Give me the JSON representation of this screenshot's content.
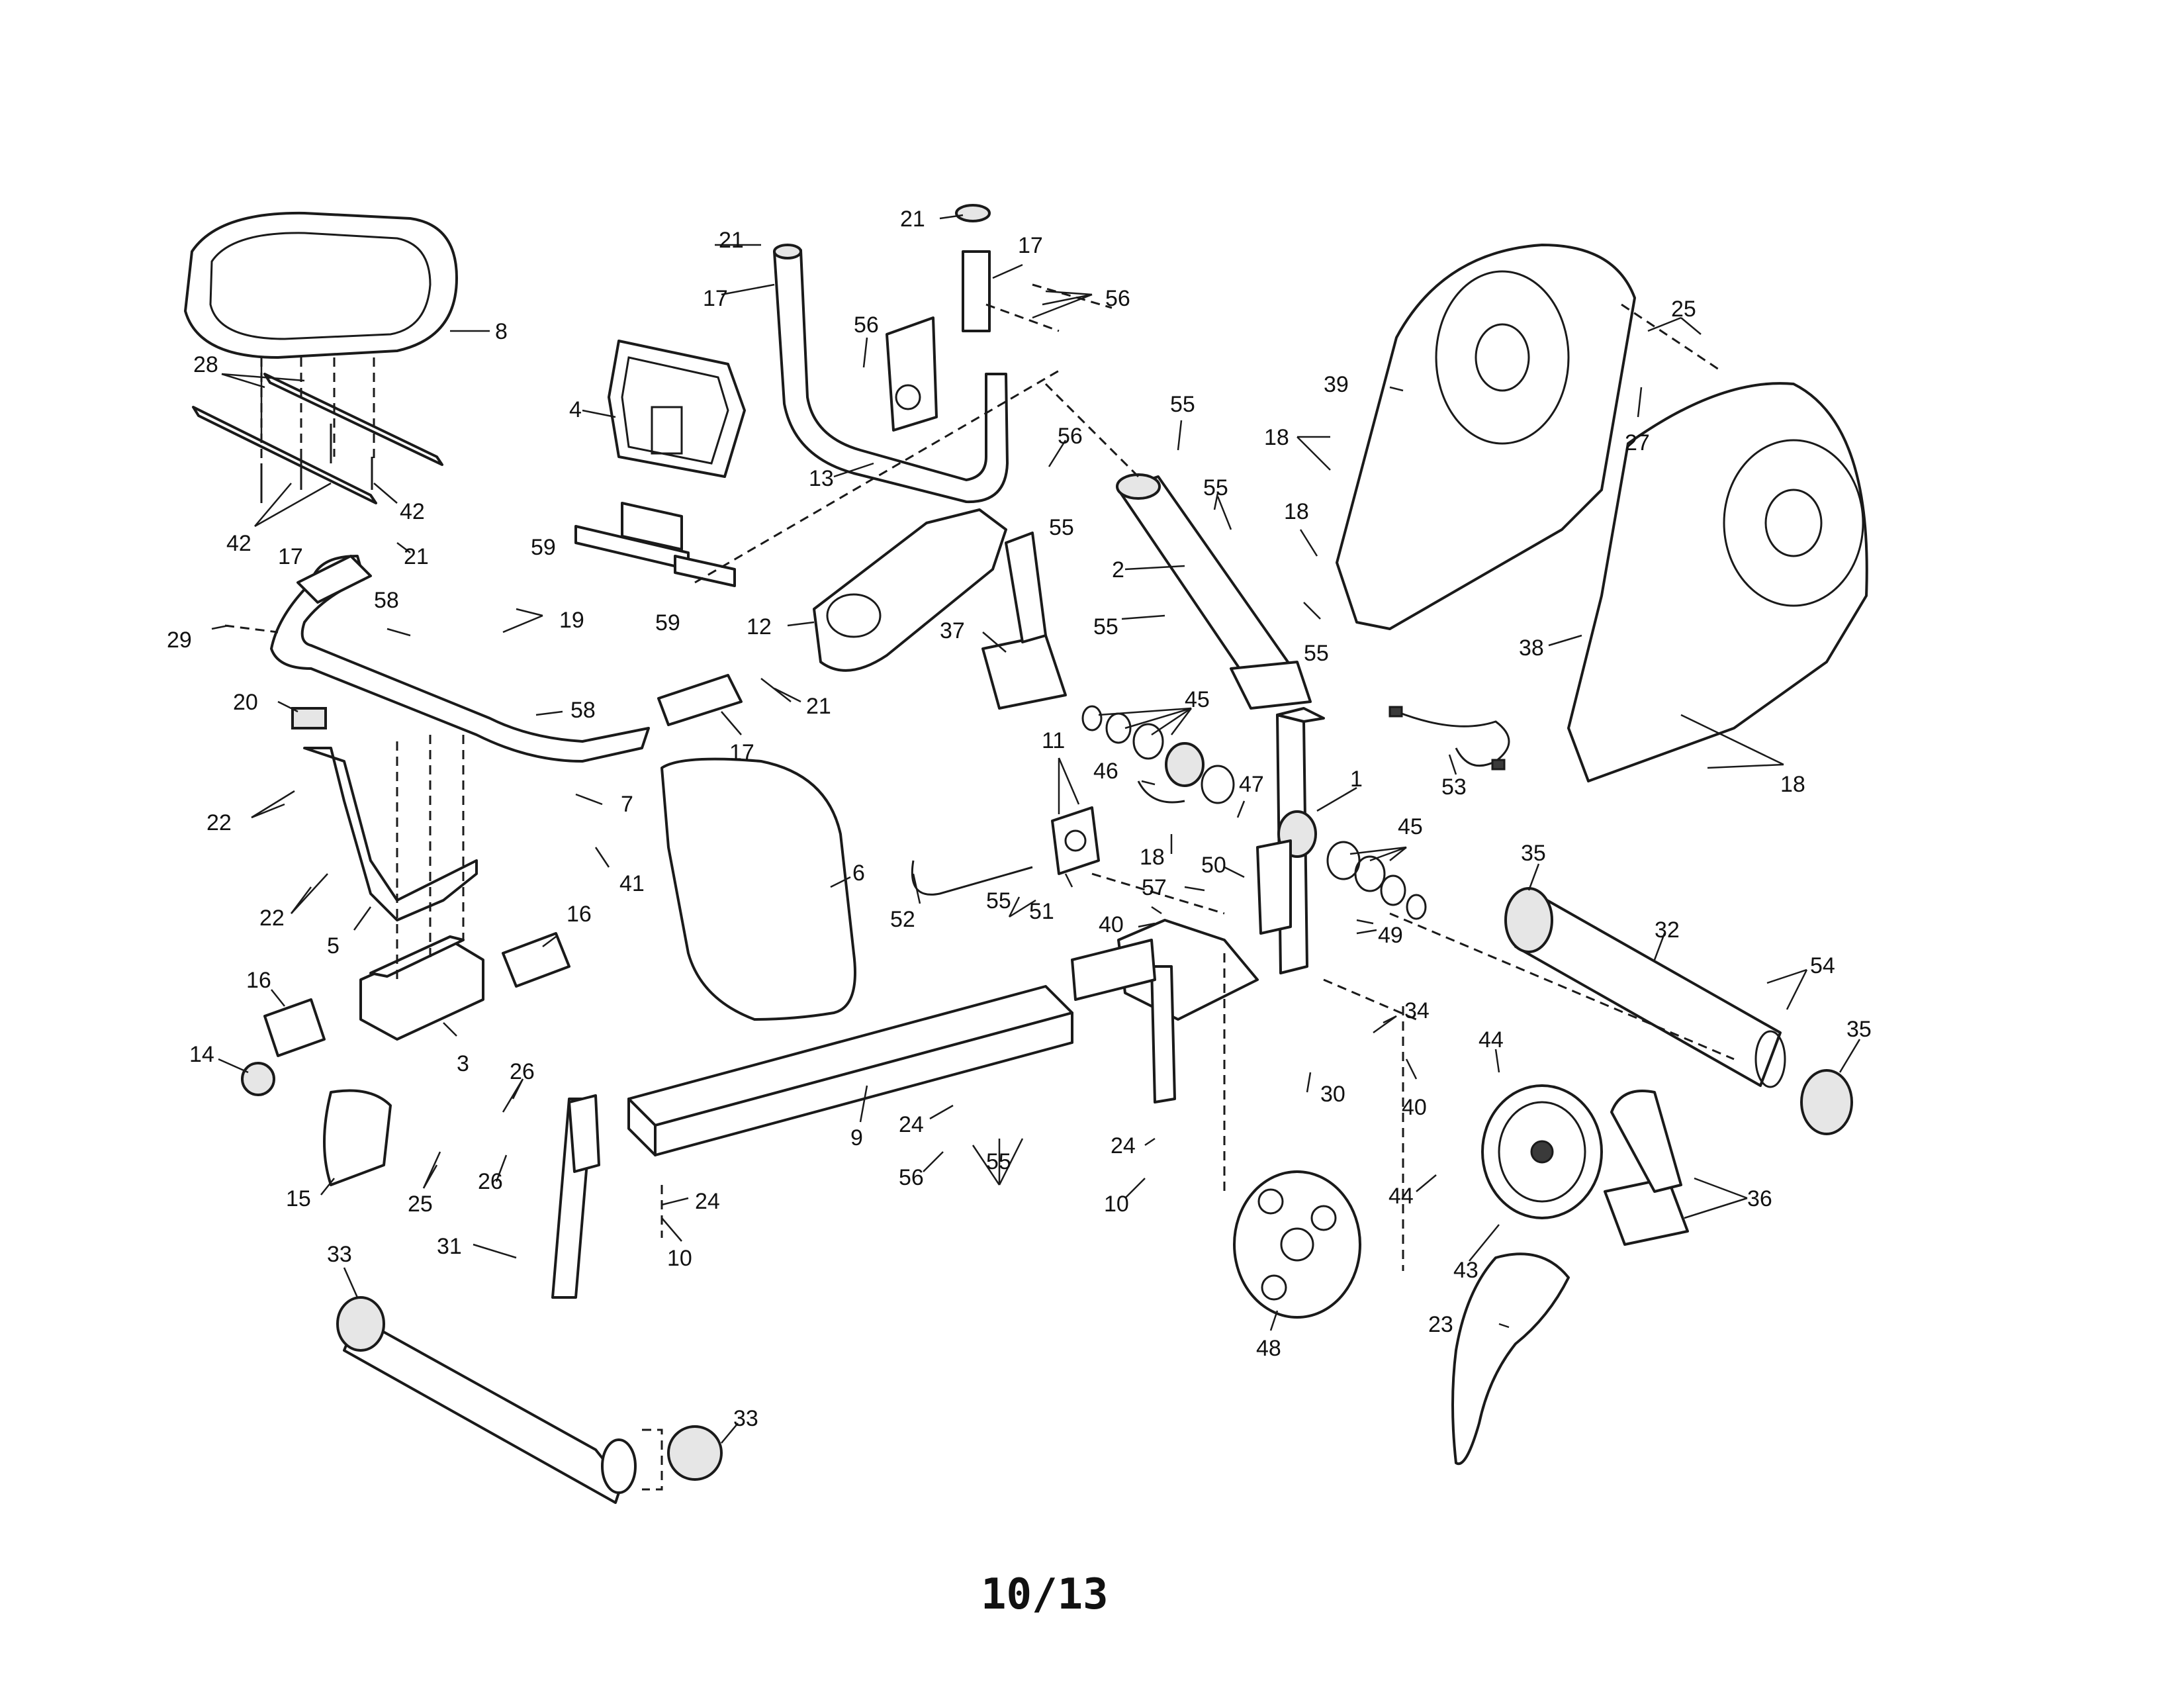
{
  "page_number": "10/13",
  "callouts": [
    {
      "id": "c8",
      "text": "8"
    },
    {
      "id": "c28",
      "text": "28"
    },
    {
      "id": "c42a",
      "text": "42"
    },
    {
      "id": "c42b",
      "text": "42"
    },
    {
      "id": "c4",
      "text": "4"
    },
    {
      "id": "c59a",
      "text": "59"
    },
    {
      "id": "c59b",
      "text": "59"
    },
    {
      "id": "c21a",
      "text": "21"
    },
    {
      "id": "c17a",
      "text": "17"
    },
    {
      "id": "c21b",
      "text": "21"
    },
    {
      "id": "c17b",
      "text": "17"
    },
    {
      "id": "c56a",
      "text": "56"
    },
    {
      "id": "c56b",
      "text": "56"
    },
    {
      "id": "c13",
      "text": "13"
    },
    {
      "id": "c56c",
      "text": "56"
    },
    {
      "id": "c55a",
      "text": "55"
    },
    {
      "id": "c55b",
      "text": "55"
    },
    {
      "id": "c55c",
      "text": "55"
    },
    {
      "id": "c2",
      "text": "2"
    },
    {
      "id": "c55d",
      "text": "55"
    },
    {
      "id": "c55e",
      "text": "55"
    },
    {
      "id": "c39",
      "text": "39"
    },
    {
      "id": "c25a",
      "text": "25"
    },
    {
      "id": "c27",
      "text": "27"
    },
    {
      "id": "c18a",
      "text": "18"
    },
    {
      "id": "c18b",
      "text": "18"
    },
    {
      "id": "c38",
      "text": "38"
    },
    {
      "id": "c18c",
      "text": "18"
    },
    {
      "id": "c53",
      "text": "53"
    },
    {
      "id": "c17c",
      "text": "17"
    },
    {
      "id": "c21c",
      "text": "21"
    },
    {
      "id": "c29",
      "text": "29"
    },
    {
      "id": "c58a",
      "text": "58"
    },
    {
      "id": "c19",
      "text": "19"
    },
    {
      "id": "c58b",
      "text": "58"
    },
    {
      "id": "c20",
      "text": "20"
    },
    {
      "id": "c12",
      "text": "12"
    },
    {
      "id": "c21d",
      "text": "21"
    },
    {
      "id": "c17d",
      "text": "17"
    },
    {
      "id": "c37",
      "text": "37"
    },
    {
      "id": "c45a",
      "text": "45"
    },
    {
      "id": "c11",
      "text": "11"
    },
    {
      "id": "c46",
      "text": "46"
    },
    {
      "id": "c47",
      "text": "47"
    },
    {
      "id": "c1",
      "text": "1"
    },
    {
      "id": "c22a",
      "text": "22"
    },
    {
      "id": "c7",
      "text": "7"
    },
    {
      "id": "c41",
      "text": "41"
    },
    {
      "id": "c6",
      "text": "6"
    },
    {
      "id": "c18d",
      "text": "18"
    },
    {
      "id": "c45b",
      "text": "45"
    },
    {
      "id": "c22b",
      "text": "22"
    },
    {
      "id": "c5",
      "text": "5"
    },
    {
      "id": "c16a",
      "text": "16"
    },
    {
      "id": "c16b",
      "text": "16"
    },
    {
      "id": "c52",
      "text": "52"
    },
    {
      "id": "c55f",
      "text": "55"
    },
    {
      "id": "c51",
      "text": "51"
    },
    {
      "id": "c57",
      "text": "57"
    },
    {
      "id": "c50",
      "text": "50"
    },
    {
      "id": "c40a",
      "text": "40"
    },
    {
      "id": "c49",
      "text": "49"
    },
    {
      "id": "c35a",
      "text": "35"
    },
    {
      "id": "c32",
      "text": "32"
    },
    {
      "id": "c54",
      "text": "54"
    },
    {
      "id": "c35b",
      "text": "35"
    },
    {
      "id": "c14",
      "text": "14"
    },
    {
      "id": "c3",
      "text": "3"
    },
    {
      "id": "c26a",
      "text": "26"
    },
    {
      "id": "c26b",
      "text": "26"
    },
    {
      "id": "c34",
      "text": "34"
    },
    {
      "id": "c44a",
      "text": "44"
    },
    {
      "id": "c30",
      "text": "30"
    },
    {
      "id": "c40b",
      "text": "40"
    },
    {
      "id": "c15",
      "text": "15"
    },
    {
      "id": "c25b",
      "text": "25"
    },
    {
      "id": "c9",
      "text": "9"
    },
    {
      "id": "c24a",
      "text": "24"
    },
    {
      "id": "c56d",
      "text": "56"
    },
    {
      "id": "c55g",
      "text": "55"
    },
    {
      "id": "c24b",
      "text": "24"
    },
    {
      "id": "c10a",
      "text": "10"
    },
    {
      "id": "c24c",
      "text": "24"
    },
    {
      "id": "c10b",
      "text": "10"
    },
    {
      "id": "c44b",
      "text": "44"
    },
    {
      "id": "c36",
      "text": "36"
    },
    {
      "id": "c43",
      "text": "43"
    },
    {
      "id": "c48",
      "text": "48"
    },
    {
      "id": "c33a",
      "text": "33"
    },
    {
      "id": "c31",
      "text": "31"
    },
    {
      "id": "c33b",
      "text": "33"
    },
    {
      "id": "c23",
      "text": "23"
    }
  ]
}
